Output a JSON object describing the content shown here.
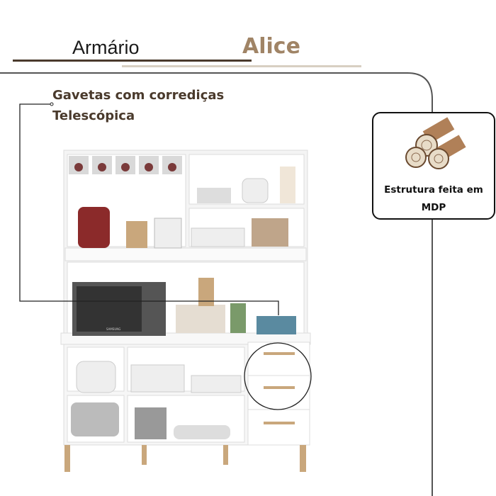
{
  "title": {
    "word1": "Armário",
    "word2": "Alice"
  },
  "feature": {
    "line1": "Gavetas com corrediças",
    "line2": "Telescópica"
  },
  "badge": {
    "text_line1": "Estrutura feita em",
    "text_line2": "MDP",
    "icon": "wood-logs-icon"
  },
  "product": {
    "microwave_brand": "SAMSUNG"
  },
  "colors": {
    "accent": "#a08466",
    "dark_brown": "#4a3a2c",
    "underline_light": "#d8cfc2",
    "wood": "#c9a77c"
  }
}
